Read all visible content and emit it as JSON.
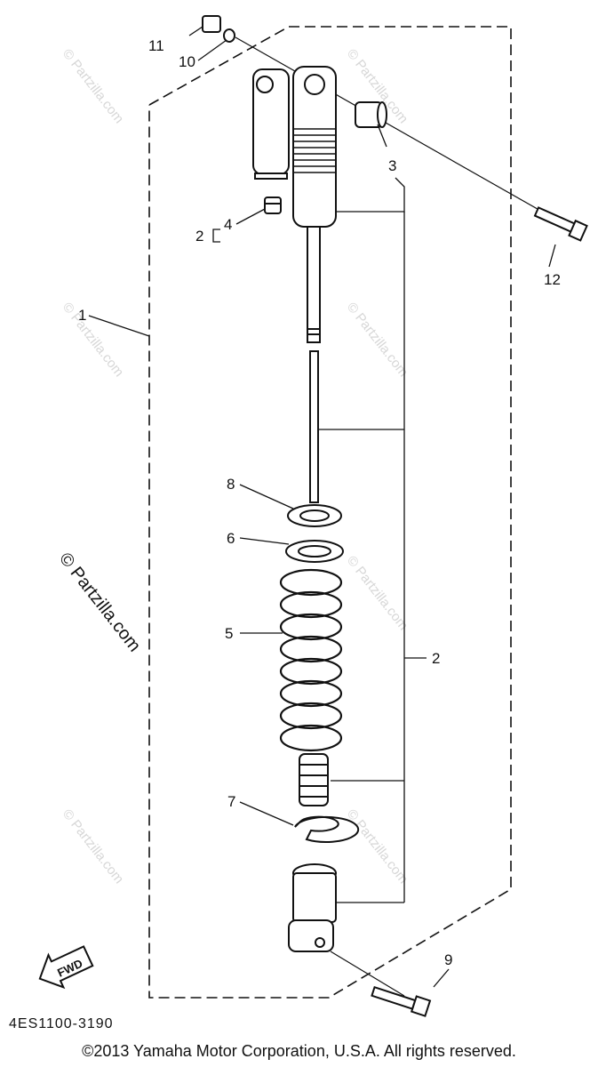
{
  "diagram": {
    "callouts": [
      "1",
      "2",
      "2",
      "3",
      "4",
      "5",
      "6",
      "7",
      "8",
      "9",
      "10",
      "11",
      "12"
    ],
    "fwd_label": "FWD",
    "watermark": "© Partzilla.com",
    "part_code": "4ES1100-3190",
    "copyright": "©2013  Yamaha Motor Corporation, U.S.A. All rights reserved."
  }
}
